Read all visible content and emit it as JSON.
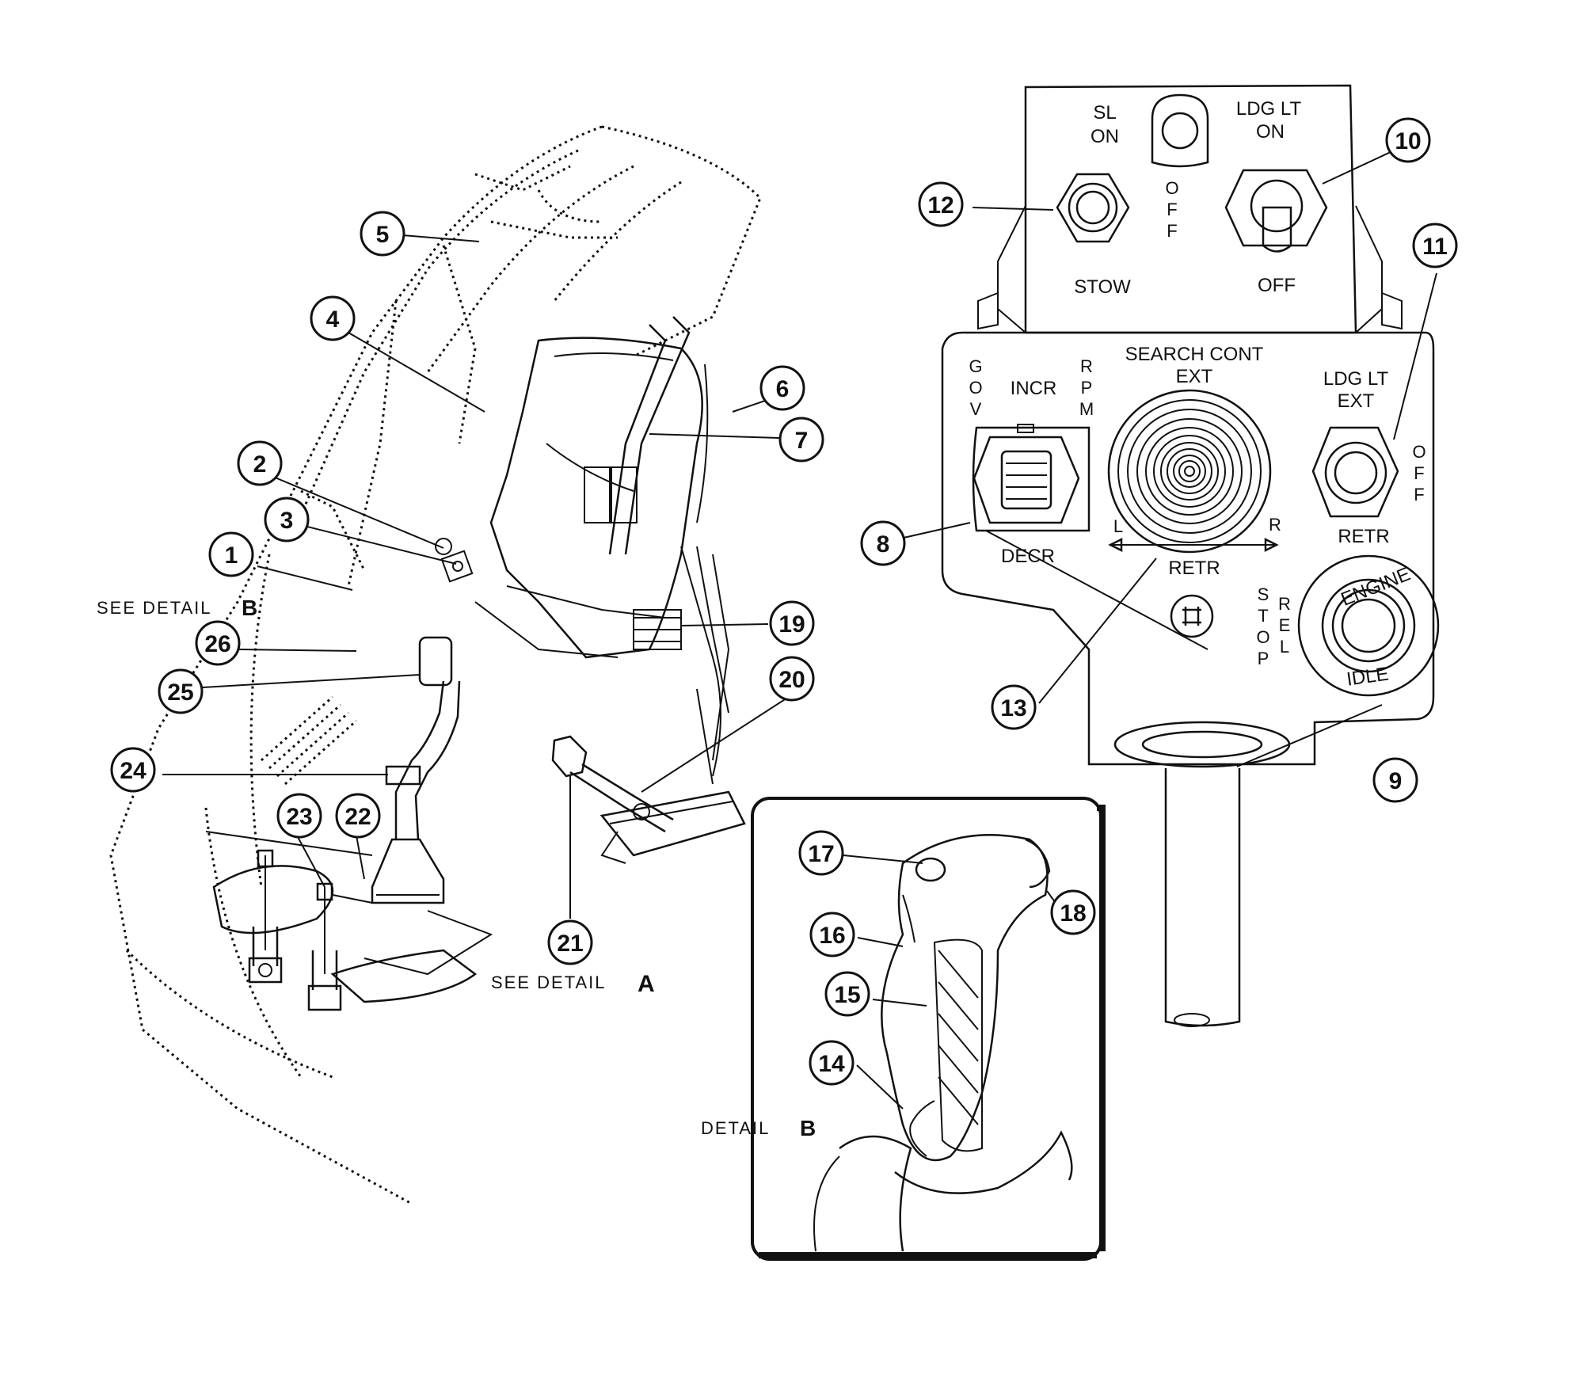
{
  "callouts": [
    {
      "id": "1",
      "label": "1"
    },
    {
      "id": "2",
      "label": "2"
    },
    {
      "id": "3",
      "label": "3"
    },
    {
      "id": "4",
      "label": "4"
    },
    {
      "id": "5",
      "label": "5"
    },
    {
      "id": "6",
      "label": "6"
    },
    {
      "id": "7",
      "label": "7"
    },
    {
      "id": "8",
      "label": "8"
    },
    {
      "id": "9",
      "label": "9"
    },
    {
      "id": "10",
      "label": "10"
    },
    {
      "id": "11",
      "label": "11"
    },
    {
      "id": "12",
      "label": "12"
    },
    {
      "id": "13",
      "label": "13"
    },
    {
      "id": "14",
      "label": "14"
    },
    {
      "id": "15",
      "label": "15"
    },
    {
      "id": "16",
      "label": "16"
    },
    {
      "id": "17",
      "label": "17"
    },
    {
      "id": "18",
      "label": "18"
    },
    {
      "id": "19",
      "label": "19"
    },
    {
      "id": "20",
      "label": "20"
    },
    {
      "id": "21",
      "label": "21"
    },
    {
      "id": "22",
      "label": "22"
    },
    {
      "id": "23",
      "label": "23"
    },
    {
      "id": "24",
      "label": "24"
    },
    {
      "id": "25",
      "label": "25"
    },
    {
      "id": "26",
      "label": "26"
    }
  ],
  "notes": {
    "see_detail_b": "SEE DETAIL",
    "see_detail_b_letter": "B",
    "see_detail_a": "SEE DETAIL",
    "see_detail_a_letter": "A",
    "detail_b": "DETAIL",
    "detail_b_letter": "B"
  },
  "panel": {
    "sl": "SL",
    "on": "ON",
    "off_vertical": [
      "O",
      "F",
      "F"
    ],
    "stow": "STOW",
    "ldg_lt": "LDG LT",
    "ldg_lt_on": "ON",
    "off": "OFF",
    "gov": [
      "G",
      "O",
      "V"
    ],
    "incr": "INCR",
    "rpm": [
      "R",
      "P",
      "M"
    ],
    "decr": "DECR",
    "search_cont": "SEARCH CONT",
    "ext": "EXT",
    "l": "L",
    "r": "R",
    "retr": "RETR",
    "ldg_lt_ext_1": "LDG LT",
    "ldg_lt_ext_2": "EXT",
    "off_vertical_2": [
      "O",
      "F",
      "F"
    ],
    "retr_2": "RETR",
    "stop": [
      "S",
      "T",
      "O",
      "P"
    ],
    "rel": [
      "R",
      "E",
      "L"
    ],
    "engine": "ENGINE",
    "idle": "IDLE"
  }
}
